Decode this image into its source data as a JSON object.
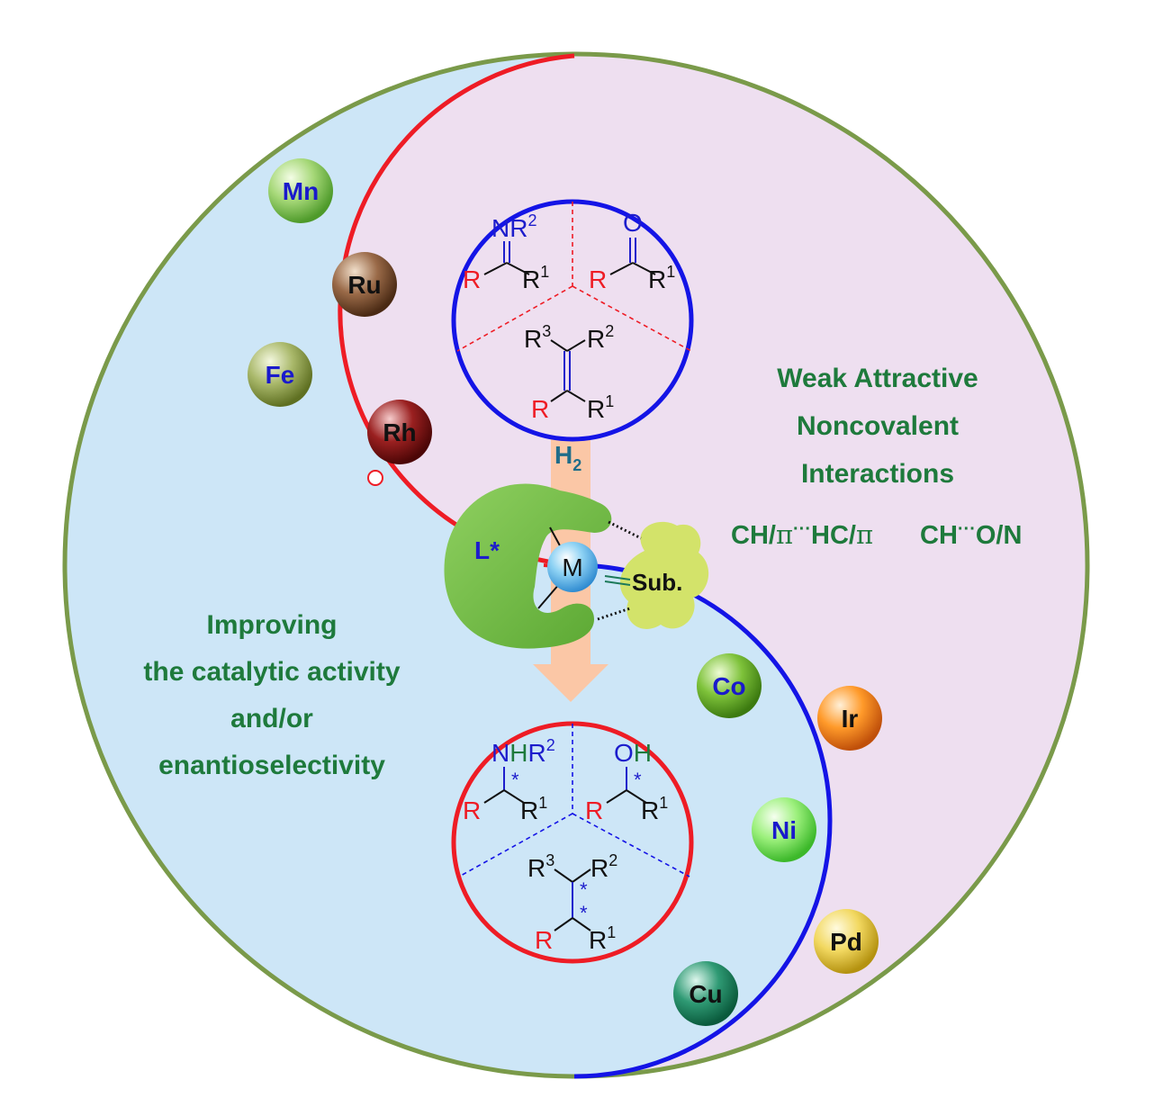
{
  "colors": {
    "outer_circle": "#7a9a4a",
    "left_region": "#cde6f7",
    "right_region": "#eedff0",
    "red_curve": "#ee1c25",
    "blue_curve": "#1414e6",
    "label_green": "#1e7a3c",
    "ligand_green": "#78c14d",
    "substrate_yellow": "#d3e36a",
    "arrow_peach": "#fbc7a6",
    "r_red": "#ee1c25",
    "r_blue": "#1d1dcc"
  },
  "right_label": {
    "line1": "Weak Attractive",
    "line2": "Noncovalent",
    "line3": "Interactions",
    "interaction1_a": "CH/",
    "interaction1_pi1": "π",
    "interaction1_dots": "···",
    "interaction1_b": "HC/",
    "interaction1_pi2": "π",
    "interaction2_a": "CH",
    "interaction2_dots": "···",
    "interaction2_b": "O/N"
  },
  "left_label": {
    "line1": "Improving",
    "line2": "the catalytic activity",
    "line3": "and/or",
    "line4": "enantioselectivity"
  },
  "center": {
    "h2_label": "H",
    "h2_sub": "2",
    "ligand_label": "L*",
    "metal_label": "M",
    "substrate_label": "Sub."
  },
  "metals_upper": [
    {
      "label": "Mn",
      "icon": "sphere-green-light",
      "text_color": "#1a1acc"
    },
    {
      "label": "Ru",
      "icon": "sphere-brown",
      "text_color": "#111111"
    },
    {
      "label": "Fe",
      "icon": "sphere-olive",
      "text_color": "#1a1acc"
    },
    {
      "label": "Rh",
      "icon": "sphere-dark-red",
      "text_color": "#111111"
    }
  ],
  "metals_lower": [
    {
      "label": "Co",
      "icon": "sphere-green",
      "text_color": "#1a1acc"
    },
    {
      "label": "Ir",
      "icon": "sphere-orange",
      "text_color": "#111111"
    },
    {
      "label": "Ni",
      "icon": "sphere-green-bright",
      "text_color": "#1a1acc"
    },
    {
      "label": "Pd",
      "icon": "sphere-yellow",
      "text_color": "#111111"
    },
    {
      "label": "Cu",
      "icon": "sphere-teal",
      "text_color": "#111111"
    }
  ],
  "substrates": {
    "imine": {
      "N": "NR",
      "N_sup": "2",
      "R": "R",
      "R1": "R",
      "R1_sup": "1"
    },
    "ketone": {
      "O": "O",
      "R": "R",
      "R1": "R",
      "R1_sup": "1"
    },
    "alkene": {
      "R3": "R",
      "R3_sup": "3",
      "R2": "R",
      "R2_sup": "2",
      "R": "R",
      "R1": "R",
      "R1_sup": "1"
    }
  },
  "products": {
    "amine": {
      "N": "N",
      "H": "H",
      "R2": "R",
      "R2_sup": "2",
      "star": "*",
      "R": "R",
      "R1": "R",
      "R1_sup": "1"
    },
    "alcohol": {
      "O": "O",
      "H": "H",
      "star": "*",
      "R": "R",
      "R1": "R",
      "R1_sup": "1"
    },
    "alkane": {
      "R3": "R",
      "R3_sup": "3",
      "R2": "R",
      "R2_sup": "2",
      "star1": "*",
      "star2": "*",
      "R": "R",
      "R1": "R",
      "R1_sup": "1"
    }
  }
}
